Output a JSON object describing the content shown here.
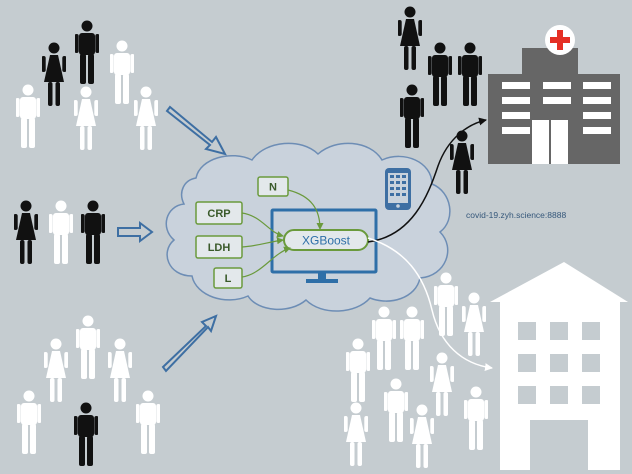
{
  "model": {
    "name": "XGBoost"
  },
  "features": [
    "N",
    "CRP",
    "LDH",
    "L"
  ],
  "web_service": {
    "url": "covid-19.zyh.science:8888"
  },
  "colors": {
    "background": "#c5ccd0",
    "cloud_fill": "#c9d2dc",
    "cloud_stroke": "#6d8db5",
    "arrow_blue": "#3e6fa3",
    "feature_green": "#6a9a3c",
    "monitor_blue": "#2e6fa8",
    "person_black": "#111111",
    "person_white": "#ffffff"
  },
  "icons": [
    "person-icon",
    "hospital-icon",
    "red-cross-icon",
    "phone-icon",
    "monitor-icon",
    "building-icon"
  ]
}
